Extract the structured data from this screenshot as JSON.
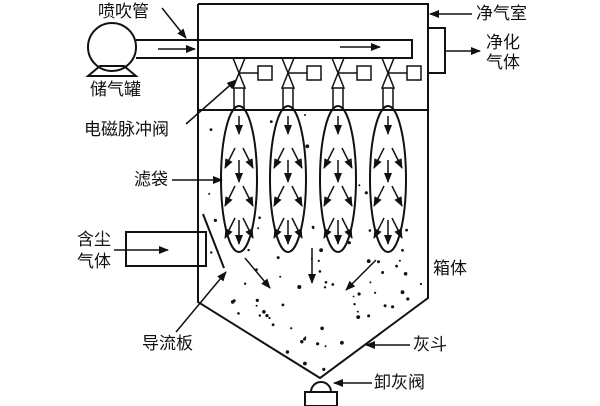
{
  "title": "脉冲喷吹袋式除尘器结构示意图",
  "labels": {
    "blow_pipe": "喷吹管",
    "gas_tank": "储气罐",
    "clean_chamber": "净气室",
    "clean_gas_1": "净化",
    "clean_gas_2": "气体",
    "solenoid_valve": "电磁脉冲阀",
    "filter_bag": "滤袋",
    "dusty_gas_1": "含尘",
    "dusty_gas_2": "气体",
    "box_body": "箱体",
    "baffle": "导流板",
    "ash_hopper": "灰斗",
    "discharge_valve": "卸灰阀"
  },
  "filter_bag_count": 4,
  "colors": {
    "line": "#111111",
    "background": "#ffffff"
  }
}
